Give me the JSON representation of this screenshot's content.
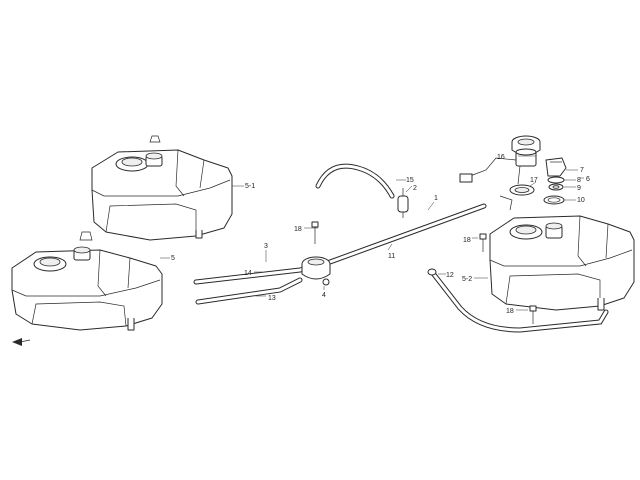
{
  "labels": {
    "p1": "1",
    "p2": "2",
    "p3": "3",
    "p4": "4",
    "p5": "5",
    "p5_1": "5-1",
    "p5_2": "5-2",
    "p6": "6",
    "p7": "7",
    "p8": "8",
    "p9": "9",
    "p10": "10",
    "p11": "11",
    "p12": "12",
    "p13": "13",
    "p14": "14",
    "p15": "15",
    "p16": "16",
    "p17": "17",
    "p18a": "18",
    "p18b": "18",
    "p18c": "18"
  },
  "colors": {
    "line": "#2a2a2a",
    "background": "#ffffff",
    "shade": "#efefef"
  }
}
